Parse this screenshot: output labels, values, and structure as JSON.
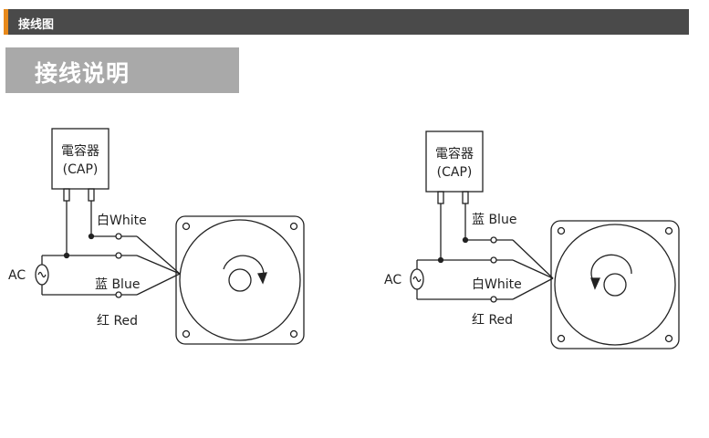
{
  "header": {
    "title": "接线图"
  },
  "section": {
    "title": "接线说明"
  },
  "diagrams": [
    {
      "capacitor": {
        "line1": "電容器",
        "line2": "(CAP)"
      },
      "ac": "AC",
      "wire_top": "白White",
      "wire_middle": "蓝 Blue",
      "wire_bottom": "红 Red",
      "rotation": "clockwise"
    },
    {
      "capacitor": {
        "line1": "電容器",
        "line2": "(CAP)"
      },
      "ac": "AC",
      "wire_top": "蓝 Blue",
      "wire_middle": "白White",
      "wire_bottom": "红 Red",
      "rotation": "counterclockwise"
    }
  ],
  "colors": {
    "header_bg": "#4a4a4a",
    "accent": "#e8891a",
    "section_bg": "#a9a9a9",
    "line": "#222222"
  }
}
